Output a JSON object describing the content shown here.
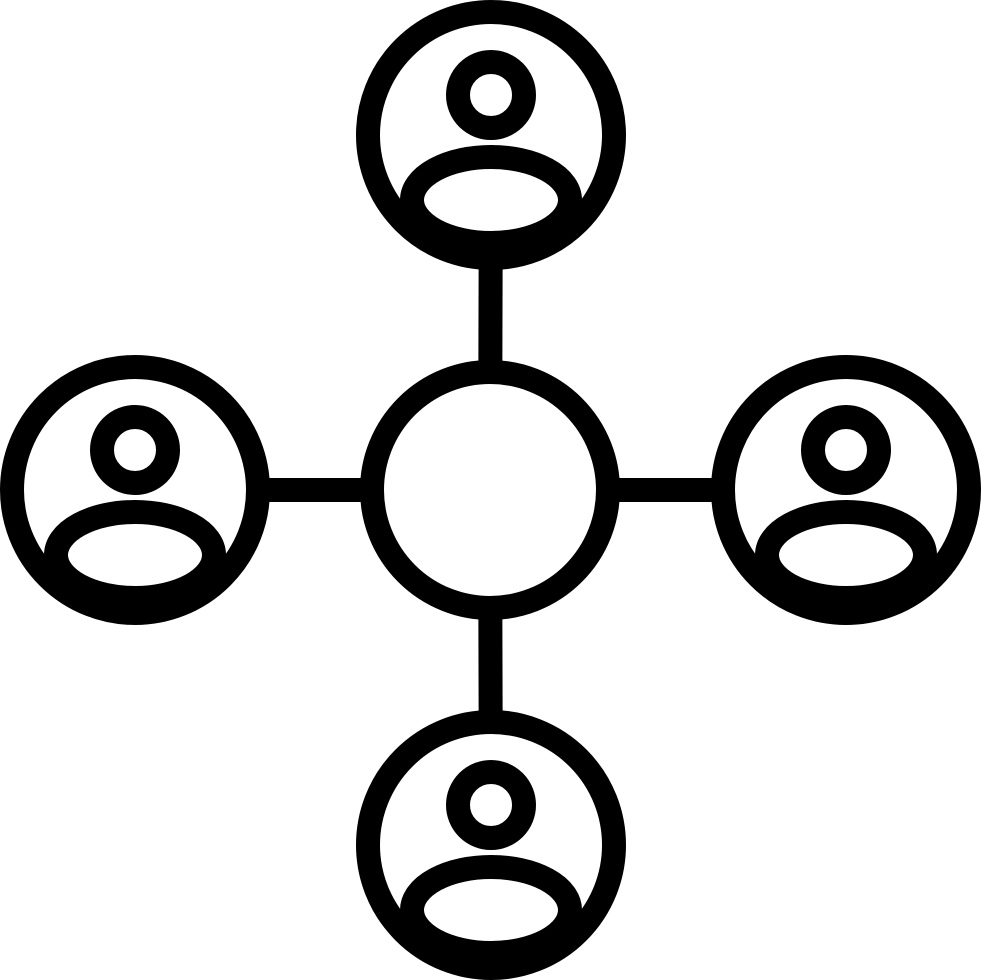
{
  "icon": {
    "name": "user-network-icon",
    "stroke_color": "#000000",
    "background_color": "#ffffff",
    "hub": {
      "name": "hub-node"
    },
    "users": [
      {
        "name": "user-node-top"
      },
      {
        "name": "user-node-left"
      },
      {
        "name": "user-node-right"
      },
      {
        "name": "user-node-bottom"
      }
    ]
  }
}
